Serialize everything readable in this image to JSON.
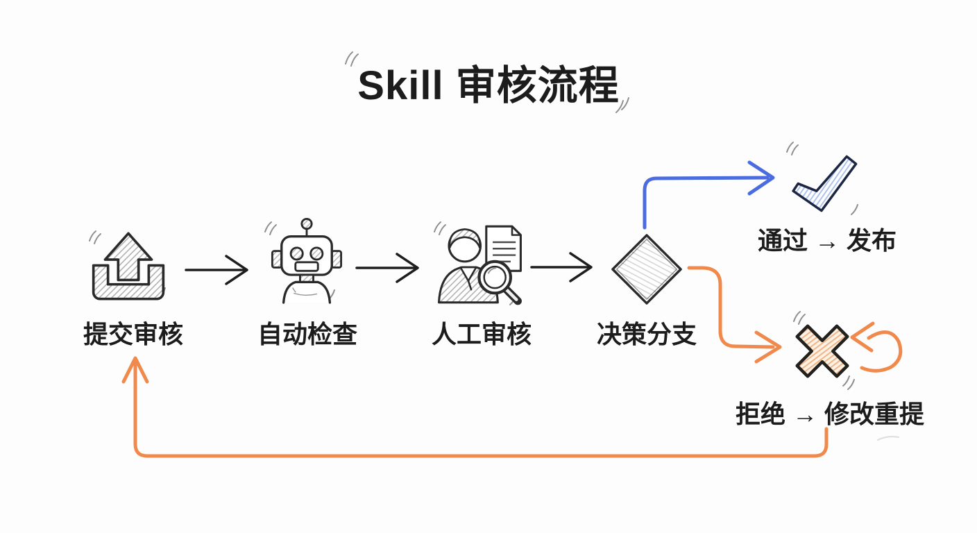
{
  "title": "Skill 审核流程",
  "colors": {
    "ink": "#1c1c1c",
    "icon_stroke": "#2a2a2a",
    "blue": "#4a6ce0",
    "blue_outline": "#1d2743",
    "blue_hatch": "#a9bdec",
    "orange": "#ef8a4c",
    "orange_hatch": "#efb186",
    "orange_hatch_bg": "#fdf2e3",
    "gray_hatch": "#b0b0b0",
    "background": "#fdfdfd"
  },
  "flow": {
    "nodes": [
      {
        "id": "submit",
        "label": "提交审核",
        "icon": "upload-icon"
      },
      {
        "id": "auto_check",
        "label": "自动检查",
        "icon": "robot-icon"
      },
      {
        "id": "manual_review",
        "label": "人工审核",
        "icon": "reviewer-icon"
      },
      {
        "id": "decision",
        "label": "决策分支",
        "icon": "decision-diamond"
      }
    ],
    "outcomes": [
      {
        "id": "approve",
        "label": "通过 → 发布",
        "icon": "check-icon",
        "color": "blue"
      },
      {
        "id": "reject",
        "label": "拒绝 → 修改重提",
        "icon": "cross-icon",
        "color": "orange"
      }
    ],
    "edges": [
      {
        "from": "submit",
        "to": "auto_check",
        "color": "black"
      },
      {
        "from": "auto_check",
        "to": "manual_review",
        "color": "black"
      },
      {
        "from": "manual_review",
        "to": "decision",
        "color": "black"
      },
      {
        "from": "decision",
        "to": "approve",
        "color": "blue"
      },
      {
        "from": "decision",
        "to": "reject",
        "color": "orange"
      },
      {
        "from": "reject",
        "to": "reject",
        "type": "self-loop",
        "color": "orange"
      },
      {
        "from": "reject",
        "to": "submit",
        "type": "return",
        "color": "orange"
      }
    ]
  }
}
